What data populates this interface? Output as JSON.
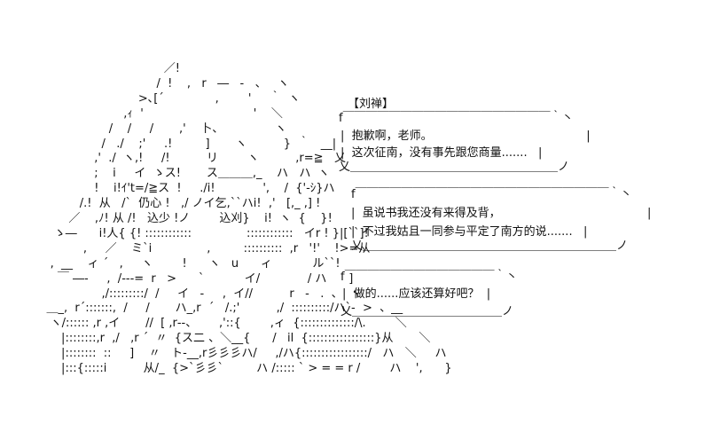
{
  "dialogue": {
    "speaker": "【刘禅】",
    "bubbles": [
      {
        "top": "f￣￣￣￣￣￣￣￣￣￣￣￣￣￣￣￣￣￣｀丶",
        "lines": [
          "|  抱歉啊，老师。                                          |",
          "|  这次征南，没有事先跟您商量.......   |"
        ],
        "bottom": "乂＿＿＿＿＿＿＿＿＿＿＿＿＿＿＿＿＿＿ノ"
      },
      {
        "top": "f￣￣￣￣￣￣￣￣￣￣￣￣￣￣￣￣￣￣￣￣￣￣｀丶",
        "lines": [
          "|  虽说书我还没有来得及背，                                        |",
          "|  不过我姑且一同参与平定了南方的说.......   |"
        ],
        "bottom": "乂＿＿＿＿＿＿＿＿＿＿＿＿＿＿＿＿＿＿＿＿＿＿ノ"
      },
      {
        "top": "f￣￣￣￣￣￣￣￣￣￣￣￣￣｀丶",
        "lines": [
          "|  做的......应该还算好吧？  |"
        ],
        "bottom": "乂＿＿＿＿＿＿＿＿＿＿＿＿＿ノ"
      }
    ]
  },
  "ascii_art": [
    "                                    ／!",
    "                                  /  !    ,   r   ―   -   、   ヽ",
    "                             >､[´              ,        '     ｀  ヽ",
    "                         ,ｨ  '                              '    ＼",
    "                     /    /     /       ,'    卜、              ヽ",
    "                   /   ./    ;'     .!         ]       ヽ          }  ｀   __|",
    "                 ,'  ./  ヽ,!     /!          リ        ヽ          ,r=≧   乂",
    "                 ;    i     イ  ゝス!       ス＿＿＿,_    ハ   ハ  ヽ",
    "                 !    i!ｲ't=/≧ス  !     ./i!             ',    /  {'-ｼ}ハ",
    "             /.!  从   /`  仍心 !   ,/ ノイ乞,``ハi!  ,'   [,_ ,] !",
    "          ／    ,ﾉ! 从 /!   込少 !ノ        込刈}    i!  ヽ  {    }!",
    "      ゝ―      i!人{ {! ::::::::::::               ::::::::::::   イr ! }|[``]!",
    "              ,     ／    ミ`i               ,         ::::::::::  ,r   '!'    !>=从",
    "     ,  __    ィ ´   ,     ヽ        !      ヽ   u      ィ           ル``!",
    "       ￣ ―‐     ,  /‐‐‐=  r   >      `           イ/             / ハ      ]",
    "                   ,/:::::::::/  /     イ   -     ,  イ//          r   -   .  、  ヽ",
    "    ＿_,  r´:::::::,  /     /       ハ_,r  ´   /.;'          ,/  ::::::::::/ハ`‐  >  、__",
    "     ヽ/:::::: ,r ,イ       //  [ ,r‐-、      ,'::{        ,ィ  {::::::::::::::/\\.        ＼",
    "        |::::::::,r  ,/   ,r ´  〃  {ス二 、＼__{      /   il  {:::::::::::::::::}从       ＼",
    "        |::::::::  ::     ]    〃   ト-__,r彡彡彡ハ/     ,/ハ{:::::::::::::::::/   ハ   ＼     ハ",
    "        |:::{:::::i          从/_  {>`彡彡`         ハ /::::: ` > = = r /        ハ    ',      }"
  ]
}
